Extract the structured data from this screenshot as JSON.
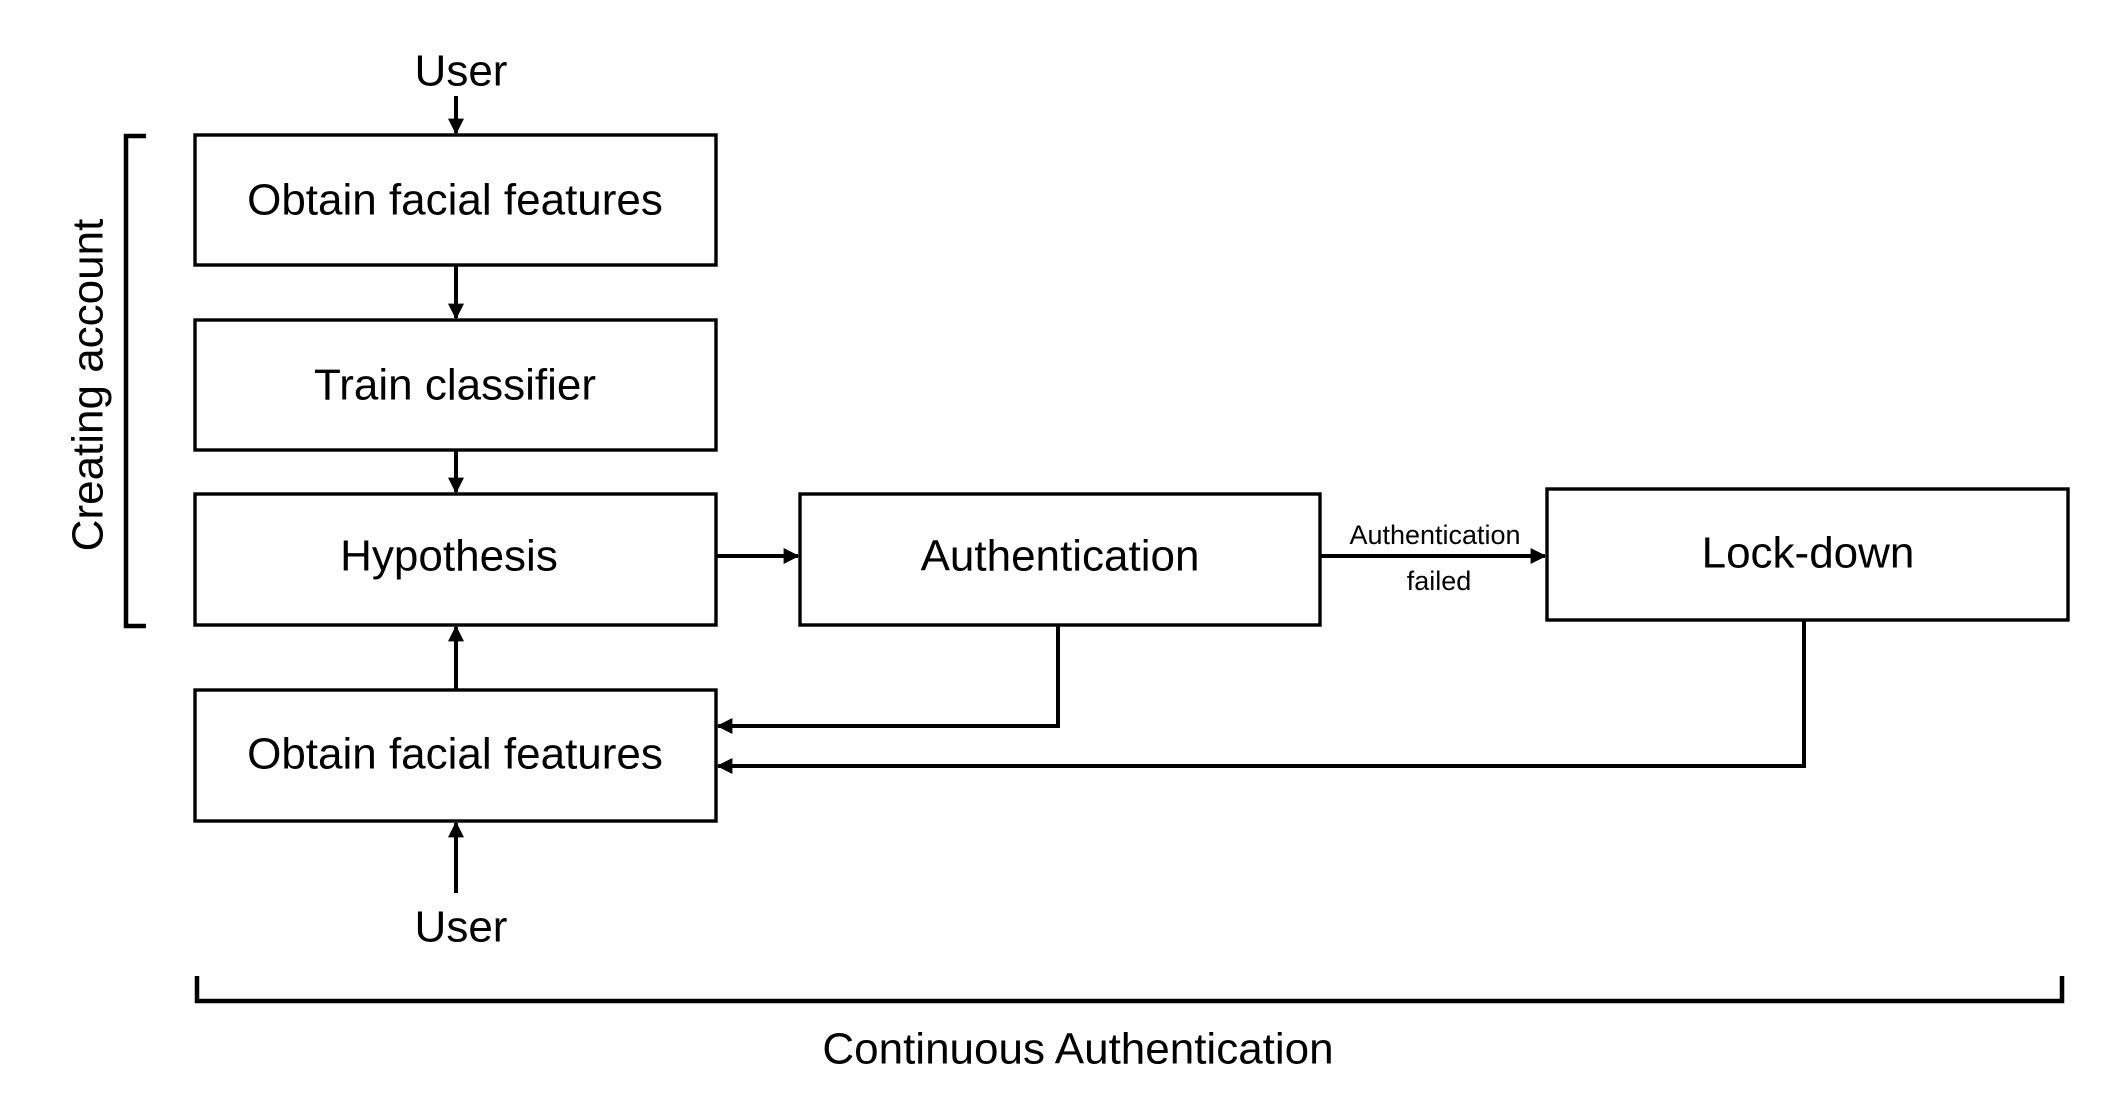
{
  "diagram": {
    "nodes": {
      "obtain_top": "Obtain facial features",
      "train": "Train classifier",
      "hypothesis": "Hypothesis",
      "authentication": "Authentication",
      "lockdown": "Lock-down",
      "obtain_bottom": "Obtain facial features"
    },
    "terminals": {
      "user_top": "User",
      "user_bottom": "User"
    },
    "edge_labels": {
      "auth_failed_line1": "Authentication",
      "auth_failed_line2": "failed"
    },
    "brackets": {
      "creating_account": "Creating account",
      "continuous_auth": "Continuous Authentication"
    },
    "colors": {
      "stroke": "#000000",
      "background": "#ffffff"
    }
  }
}
